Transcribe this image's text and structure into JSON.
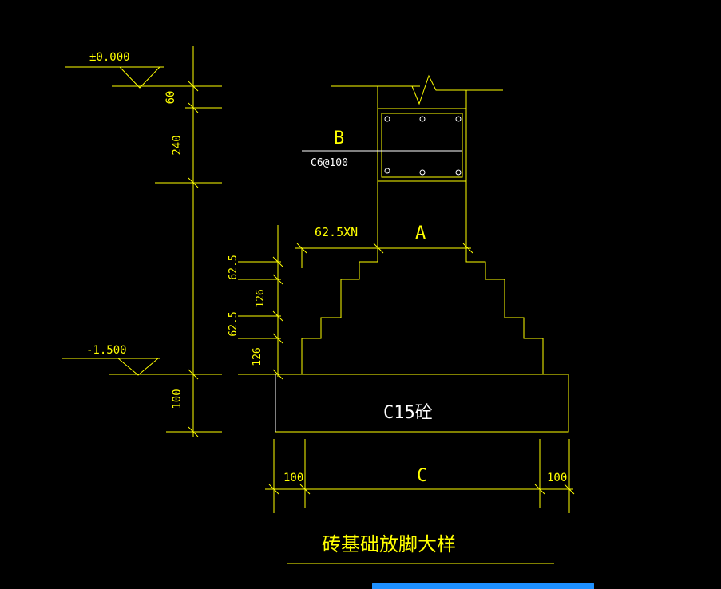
{
  "colors": {
    "background": "#000000",
    "primary": "#ffff00",
    "secondary": "#ffffff",
    "accent_bar": "#1e90ff"
  },
  "levels": {
    "top": "±0.000",
    "bottom": "-1.500"
  },
  "dims_vertical_left": {
    "d1": "60",
    "d2": "240",
    "d3": "100"
  },
  "dims_steps": {
    "s1": "62.5",
    "s2": "126",
    "s3": "62.5",
    "s4": "126"
  },
  "labels": {
    "beam": "B",
    "stirrup": "C6@100",
    "wall": "A",
    "offset": "62.5XN",
    "concrete": "C15砼",
    "width": "C",
    "left_ext": "100",
    "right_ext": "100",
    "title": "砖基础放脚大样"
  }
}
